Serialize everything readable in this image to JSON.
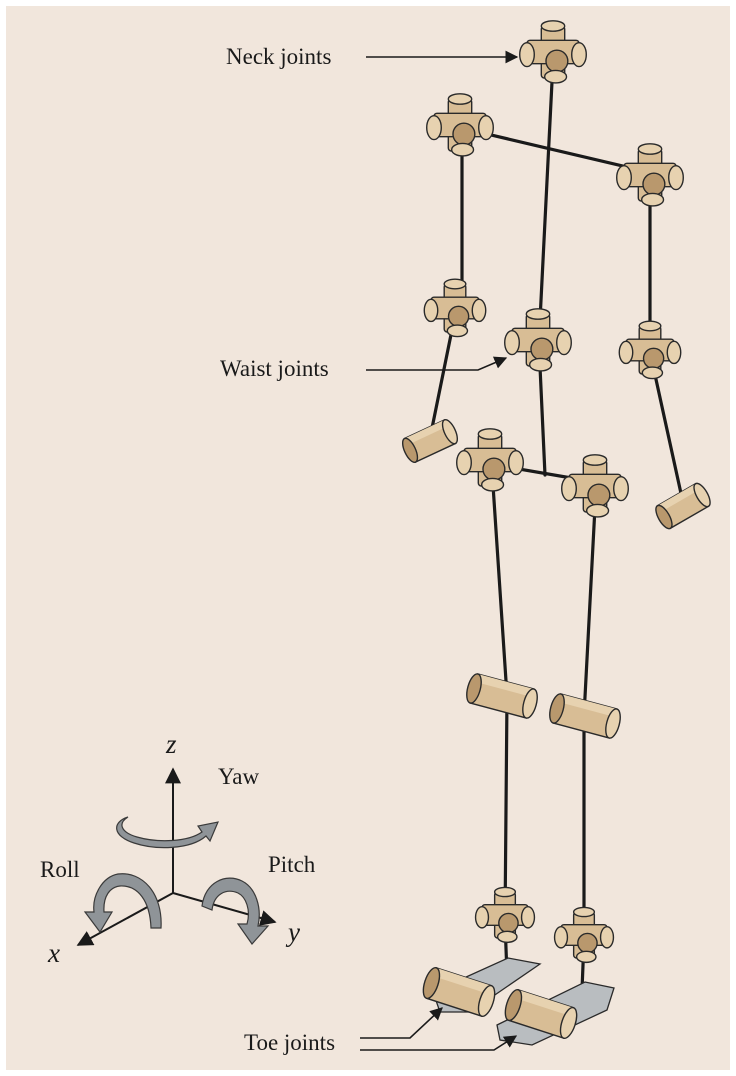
{
  "colors": {
    "background": "#f1e6dc",
    "joint_fill": "#d8bd95",
    "joint_end": "#e7d2b0",
    "joint_shade": "#b9986d",
    "outline": "#2a2a2a",
    "foot_plate": "#b9bdc0",
    "rotation_arrow": "#8f9498"
  },
  "labels": {
    "neck": "Neck joints",
    "waist": "Waist joints",
    "toe": "Toe joints"
  },
  "axes": {
    "z": "z",
    "x": "x",
    "y": "y",
    "yaw": "Yaw",
    "roll": "Roll",
    "pitch": "Pitch"
  },
  "icons": {
    "joint_3dof": "cross-joint-icon",
    "joint_1dof": "cylinder-joint-icon",
    "rotation": "curved-arrow-icon"
  }
}
